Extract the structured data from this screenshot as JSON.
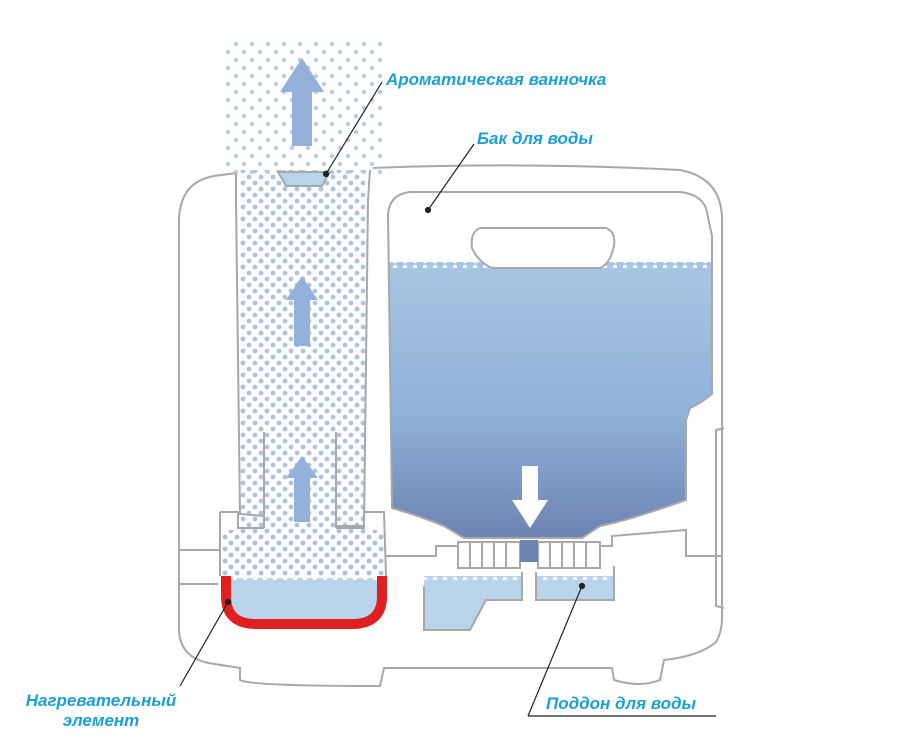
{
  "labels": {
    "aroma_tray": "Ароматическая ванночка",
    "water_tank": "Бак для воды",
    "heating_element_line1": "Нагревательный",
    "heating_element_line2": "элемент",
    "water_tray": "Поддон для воды"
  },
  "colors": {
    "label_text": "#1a9fd6",
    "outline": "#a8a8a8",
    "water_light": "#b9d3ea",
    "water_dark": "#6f86b4",
    "steam_dot": "#9fb9dc",
    "arrow": "#94b1dc",
    "heater": "#e02020",
    "leader_line": "#222222"
  }
}
